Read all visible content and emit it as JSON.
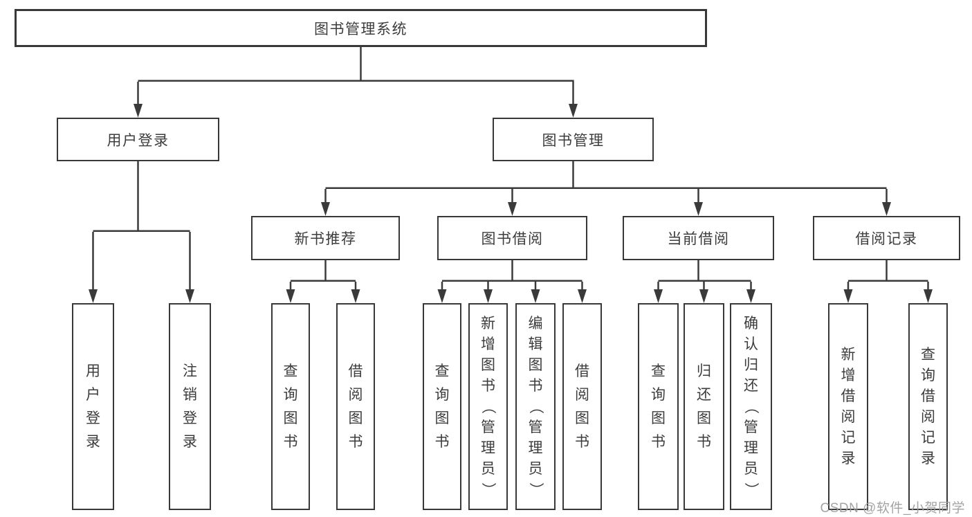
{
  "diagram_title": "图书管理系统",
  "tree": {
    "root": {
      "label": "图书管理系统"
    },
    "children": [
      {
        "label": "用户登录",
        "children": [
          {
            "label": "用户登录"
          },
          {
            "label": "注销登录"
          }
        ]
      },
      {
        "label": "图书管理",
        "children": [
          {
            "label": "新书推荐",
            "children": [
              {
                "label": "查询图书"
              },
              {
                "label": "借阅图书"
              }
            ]
          },
          {
            "label": "图书借阅",
            "children": [
              {
                "label": "查询图书"
              },
              {
                "label": "新增图书（管理员）"
              },
              {
                "label": "编辑图书（管理员）"
              },
              {
                "label": "借阅图书"
              }
            ]
          },
          {
            "label": "当前借阅",
            "children": [
              {
                "label": "查询图书"
              },
              {
                "label": "归还图书"
              },
              {
                "label": "确认归还（管理员）"
              }
            ]
          },
          {
            "label": "借阅记录",
            "children": [
              {
                "label": "新增借阅记录"
              },
              {
                "label": "查询借阅记录"
              }
            ]
          }
        ]
      }
    ]
  },
  "watermark": {
    "text": "CSDN @软件_小贺同学"
  },
  "colors": {
    "line": "#3a3a3a",
    "box_border": "#383838",
    "text": "#3c3c3c",
    "watermark": "#9e9e9e",
    "background": "#ffffff"
  }
}
